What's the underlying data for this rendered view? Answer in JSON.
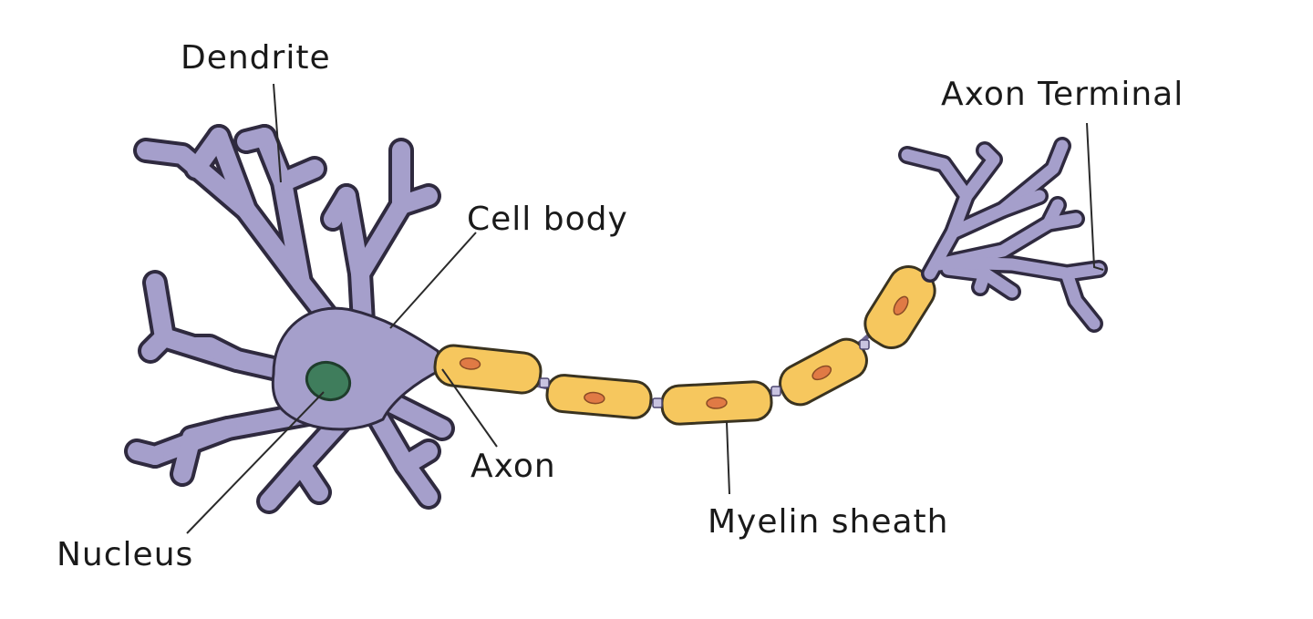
{
  "labels": {
    "dendrite": "Dendrite",
    "cell_body": "Cell body",
    "axon": "Axon",
    "nucleus": "Nucleus",
    "myelin_sheath": "Myelin sheath",
    "axon_terminal": "Axon Terminal"
  },
  "colors": {
    "neuron_fill": "#a59fcb",
    "neuron_outline": "#2f2a3f",
    "myelin_fill": "#f6c75e",
    "myelin_outline": "#3a3320",
    "myelin_nucleus": "#e07a45",
    "cell_nucleus": "#3f7d5c"
  }
}
